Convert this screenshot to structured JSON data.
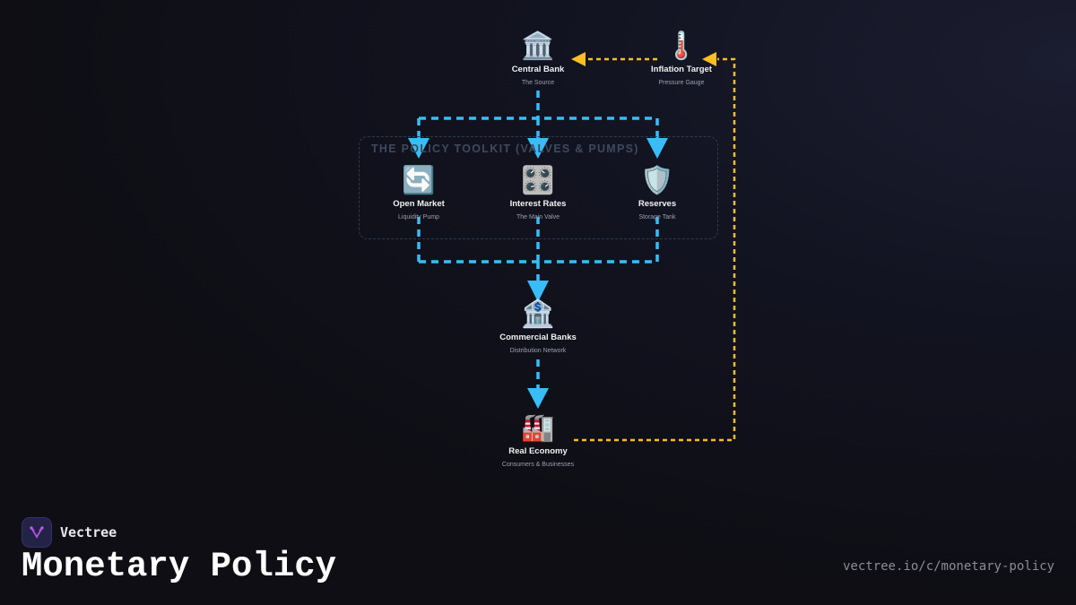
{
  "colors": {
    "flow": "#38bdf8",
    "feedback": "#fbbf24"
  },
  "toolkit": {
    "label": "THE POLICY TOOLKIT (VALVES & PUMPS)"
  },
  "nodes": {
    "central_bank": {
      "icon": "🏛️",
      "title": "Central Bank",
      "subtitle": "The Source"
    },
    "inflation": {
      "icon": "🌡️",
      "title": "Inflation Target",
      "subtitle": "Pressure Gauge"
    },
    "open_market": {
      "icon": "🔄",
      "title": "Open Market",
      "subtitle": "Liquidity Pump"
    },
    "interest_rates": {
      "icon": "🎛️",
      "title": "Interest Rates",
      "subtitle": "The Main Valve"
    },
    "reserves": {
      "icon": "🛡️",
      "title": "Reserves",
      "subtitle": "Storage Tank"
    },
    "commercial_banks": {
      "icon": "🏦",
      "title": "Commercial Banks",
      "subtitle": "Distribution Network"
    },
    "real_economy": {
      "icon": "🏭",
      "title": "Real Economy",
      "subtitle": "Consumers & Businesses"
    }
  },
  "brand": {
    "name": "Vectree"
  },
  "title": "Monetary Policy",
  "url": "vectree.io/c/monetary-policy"
}
